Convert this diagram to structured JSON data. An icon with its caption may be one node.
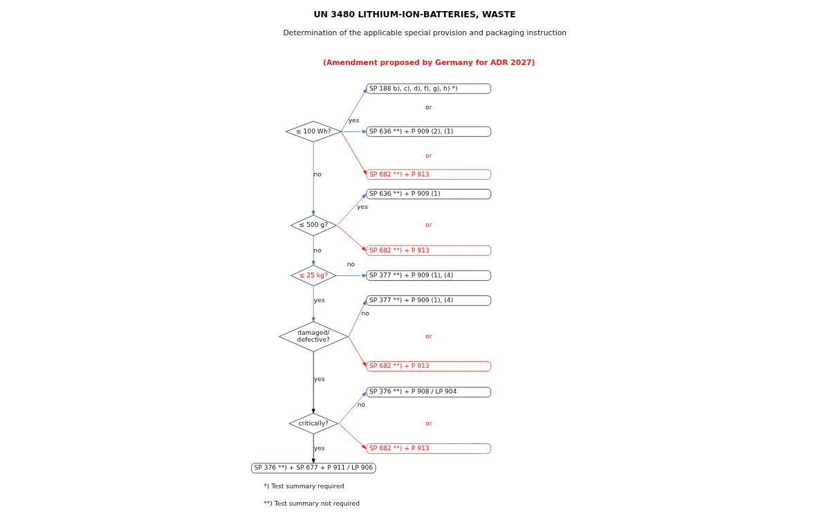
{
  "diagram": {
    "title": "UN 3480 LITHIUM-ION-BATTERIES, WASTE",
    "nodes": [
      {
        "text": [
          "≤ 100 Wh?"
        ]
      },
      {
        "text": [
          "SP 188 b), c), d), f), g), h) *)"
        ]
      },
      {
        "text": [
          "SP 636 **) + P 909 (2), (1)"
        ]
      },
      {
        "text": [
          "SP 682 **) + P 913"
        ]
      },
      {
        "text": [
          "≤ 500 g?"
        ]
      },
      {
        "text": [
          "SP 636 **) + P 909 (1)"
        ]
      },
      {
        "text": [
          "SP 682 **) + P 913"
        ]
      },
      {
        "text": [
          "≤ 25 kg?"
        ]
      },
      {
        "text": [
          "SP 377 **) + P 909 (1), (4)"
        ]
      },
      {
        "text": [
          "damaged/ defective?"
        ]
      },
      {
        "text": [
          "SP 377 **) + P 909 (1), (4)"
        ]
      },
      {
        "text": [
          "SP 682 **) + P 913"
        ]
      },
      {
        "text": [
          "critically?"
        ]
      },
      {
        "text": [
          "SP 376 **) + P 908 / LP 904"
        ]
      },
      {
        "text": [
          "SP 682 **) + P 913"
        ]
      },
      {
        "text": [
          "SP 376 **) + SP 677 + P 911 / LP 906"
        ]
      }
    ],
    "edges": [
      {
        "from": 0,
        "to": 1,
        "arrow": "to"
      },
      {
        "from": 0,
        "to": 2,
        "arrow": "to",
        "label": "yes"
      },
      {
        "from": 0,
        "to": 3,
        "arrow": "to",
        "color": "#e3201b"
      },
      {
        "from": 0,
        "to": 4,
        "arrow": "to",
        "label": "no"
      },
      {
        "from": 4,
        "to": 5,
        "arrow": "to",
        "label": "yes"
      },
      {
        "from": 4,
        "to": 6,
        "arrow": "to",
        "color": "#e3201b"
      },
      {
        "from": 4,
        "to": 7,
        "arrow": "to",
        "label": "no"
      },
      {
        "from": 7,
        "to": 8,
        "arrow": "to",
        "label": "no"
      },
      {
        "from": 7,
        "to": 9,
        "arrow": "to",
        "label": "yes"
      },
      {
        "from": 9,
        "to": 10,
        "arrow": "to",
        "label": "no"
      },
      {
        "from": 9,
        "to": 11,
        "arrow": "to",
        "color": "#e3201b"
      },
      {
        "from": 9,
        "to": 12,
        "arrow": "to",
        "label": "yes",
        "color": "#000000"
      },
      {
        "from": 12,
        "to": 13,
        "arrow": "to",
        "label": "no"
      },
      {
        "from": 12,
        "to": 14,
        "arrow": "to",
        "color": "#e3201b"
      },
      {
        "from": 12,
        "to": 15,
        "arrow": "to",
        "label": "yes",
        "color": "#000000"
      }
    ],
    "labels": [
      "Determination of the applicable special provision and packaging instruction",
      "(Amendment proposed by Germany for ADR 2027)",
      "or",
      "or",
      "or",
      "or",
      "or",
      "*) Test summary required",
      "**) Test summary not required"
    ]
  }
}
